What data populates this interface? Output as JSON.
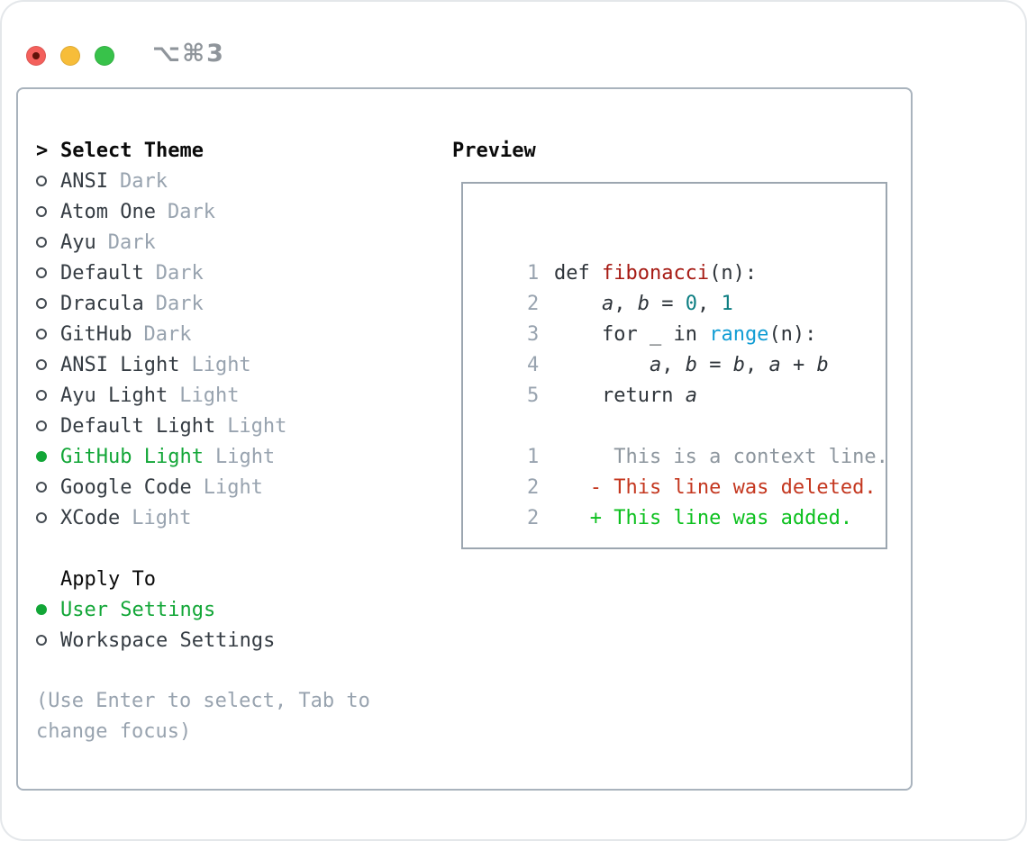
{
  "window": {
    "title": "⌥⌘3",
    "traffic_lights": [
      "close",
      "minimize",
      "zoom"
    ]
  },
  "theme_picker": {
    "prompt": ">",
    "header": "Select Theme",
    "items": [
      {
        "name": "ANSI",
        "tag": "Dark",
        "selected": false
      },
      {
        "name": "Atom One",
        "tag": "Dark",
        "selected": false
      },
      {
        "name": "Ayu",
        "tag": "Dark",
        "selected": false
      },
      {
        "name": "Default",
        "tag": "Dark",
        "selected": false
      },
      {
        "name": "Dracula",
        "tag": "Dark",
        "selected": false
      },
      {
        "name": "GitHub",
        "tag": "Dark",
        "selected": false
      },
      {
        "name": "ANSI Light",
        "tag": "Light",
        "selected": false
      },
      {
        "name": "Ayu Light",
        "tag": "Light",
        "selected": false
      },
      {
        "name": "Default Light",
        "tag": "Light",
        "selected": false
      },
      {
        "name": "GitHub Light",
        "tag": "Light",
        "selected": true
      },
      {
        "name": "Google Code",
        "tag": "Light",
        "selected": false
      },
      {
        "name": "XCode",
        "tag": "Light",
        "selected": false
      }
    ],
    "apply_to": {
      "label": "Apply To",
      "options": [
        {
          "name": "User Settings",
          "selected": true
        },
        {
          "name": "Workspace Settings",
          "selected": false
        }
      ]
    },
    "help": "(Use Enter to select, Tab to change focus)"
  },
  "preview": {
    "label": "Preview",
    "code_lines": [
      {
        "num": "1",
        "segs": [
          {
            "t": "def ",
            "c": "kw"
          },
          {
            "t": "fibonacci",
            "c": "fn"
          },
          {
            "t": "(n):",
            "c": "pl"
          }
        ]
      },
      {
        "num": "2",
        "segs": [
          {
            "t": "    ",
            "c": "pl"
          },
          {
            "t": "a",
            "c": "var"
          },
          {
            "t": ", ",
            "c": "pl"
          },
          {
            "t": "b",
            "c": "var"
          },
          {
            "t": " = ",
            "c": "pl"
          },
          {
            "t": "0",
            "c": "num"
          },
          {
            "t": ", ",
            "c": "pl"
          },
          {
            "t": "1",
            "c": "num"
          }
        ]
      },
      {
        "num": "3",
        "segs": [
          {
            "t": "    ",
            "c": "pl"
          },
          {
            "t": "for ",
            "c": "kw"
          },
          {
            "t": "_ ",
            "c": "pl"
          },
          {
            "t": "in ",
            "c": "kw"
          },
          {
            "t": "range",
            "c": "bi"
          },
          {
            "t": "(n):",
            "c": "pl"
          }
        ]
      },
      {
        "num": "4",
        "segs": [
          {
            "t": "        ",
            "c": "pl"
          },
          {
            "t": "a",
            "c": "var"
          },
          {
            "t": ", ",
            "c": "pl"
          },
          {
            "t": "b",
            "c": "var"
          },
          {
            "t": " = ",
            "c": "pl"
          },
          {
            "t": "b",
            "c": "var"
          },
          {
            "t": ", ",
            "c": "pl"
          },
          {
            "t": "a",
            "c": "var"
          },
          {
            "t": " + ",
            "c": "pl"
          },
          {
            "t": "b",
            "c": "var"
          }
        ]
      },
      {
        "num": "5",
        "segs": [
          {
            "t": "    ",
            "c": "pl"
          },
          {
            "t": "return ",
            "c": "kw"
          },
          {
            "t": "a",
            "c": "var"
          }
        ]
      }
    ],
    "diff_lines": [
      {
        "num": "1",
        "segs": [
          {
            "t": "     This is a context line.",
            "c": "ctx"
          }
        ]
      },
      {
        "num": "2",
        "segs": [
          {
            "t": "   - This line was deleted.",
            "c": "del"
          }
        ]
      },
      {
        "num": "2",
        "segs": [
          {
            "t": "   + This line was added.",
            "c": "add"
          }
        ]
      }
    ]
  },
  "colors": {
    "accent_green": "#12a637",
    "added_green": "#0cc01e",
    "deleted_red": "#c4371f",
    "function_red": "#a61b14",
    "number_teal": "#0c7e82",
    "builtin_blue": "#119dd4",
    "text_dark": "#363d44",
    "muted_gray": "#98a3af",
    "border_gray": "#a9b3bd",
    "traffic_red": "#f4605c",
    "traffic_yellow": "#f7bd39",
    "traffic_green": "#38c24a"
  }
}
